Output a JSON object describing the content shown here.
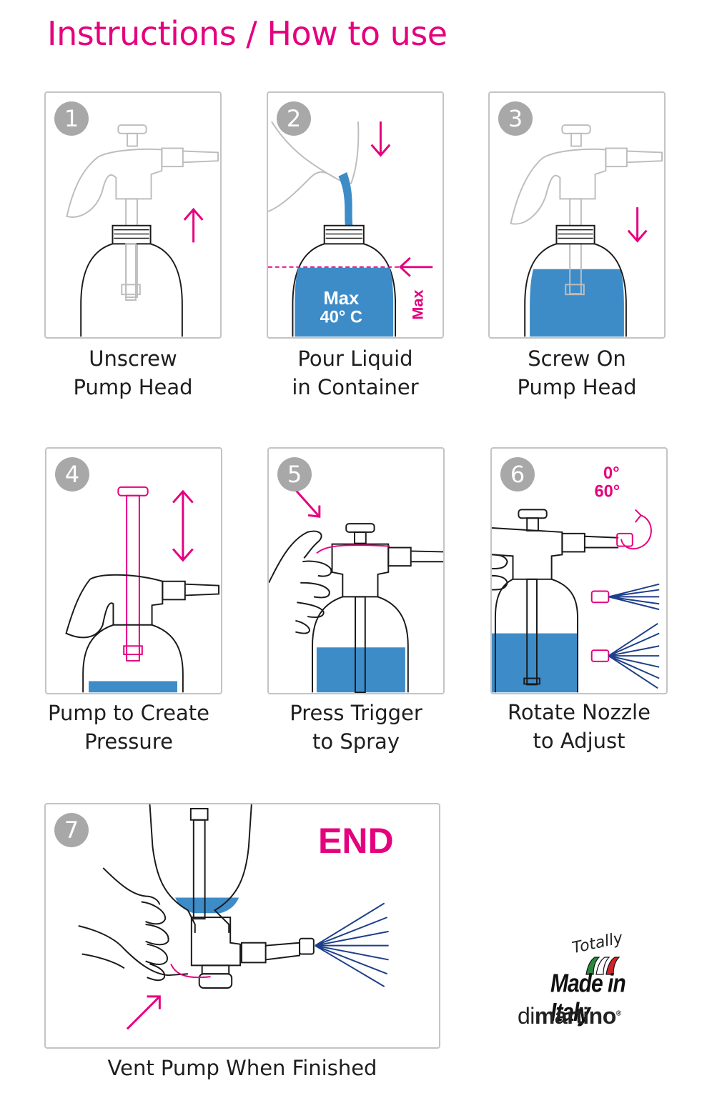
{
  "header": {
    "title": "Instructions / How to use"
  },
  "steps": [
    {
      "number": "1",
      "line1": "Unscrew",
      "line2": "Pump Head"
    },
    {
      "number": "2",
      "line1": "Pour Liquid",
      "line2": "in Container",
      "max_label": "Max",
      "temp_label": "40° C",
      "side_label": "Max"
    },
    {
      "number": "3",
      "line1": "Screw On",
      "line2": "Pump Head"
    },
    {
      "number": "4",
      "line1": "Pump to Create",
      "line2": "Pressure"
    },
    {
      "number": "5",
      "line1": "Press Trigger",
      "line2": "to Spray"
    },
    {
      "number": "6",
      "line1": "Rotate Nozzle",
      "line2": "to Adjust",
      "angle1": "0°",
      "angle2": "60°"
    },
    {
      "number": "7",
      "line1": "Vent Pump When Finished",
      "end_label": "END"
    }
  ],
  "logo": {
    "tagline": "Totally",
    "made_in": "Made in Italy",
    "brand_a": "di",
    "brand_b": "martino",
    "reg": "®"
  },
  "colors": {
    "accent": "#e5007e",
    "liquid": "#3d8cc8",
    "spray": "#1d3f8a",
    "badge": "#a8a8a8"
  }
}
